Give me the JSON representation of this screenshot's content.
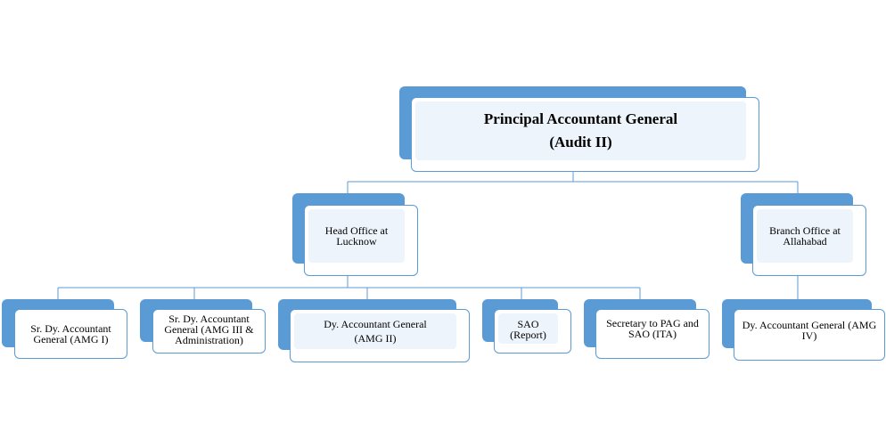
{
  "colors": {
    "accent": "#5b9bd5",
    "panel": "#eef4fb",
    "border": "#5b9bd5",
    "line": "#5b9bd5"
  },
  "root": {
    "line1": "Principal Accountant General",
    "line2": "(Audit  II)"
  },
  "head_office": {
    "line1": "Head Office at",
    "line2": "Lucknow"
  },
  "branch_office": {
    "line1": "Branch Office at",
    "line2": "Allahabad"
  },
  "head_children": [
    {
      "line1": "Sr. Dy. Accountant",
      "line2": "General (AMG I)"
    },
    {
      "line1": "Sr. Dy. Accountant",
      "line2": "General (AMG III &",
      "line3": "Administration)"
    },
    {
      "line1": "Dy. Accountant General",
      "line2": "(AMG II)"
    },
    {
      "line1": "SAO (Report)"
    },
    {
      "line1": "Secretary to PAG and",
      "line2": "SAO (ITA)"
    }
  ],
  "branch_children": [
    {
      "line1": "Dy. Accountant General (AMG",
      "line2": "IV)"
    }
  ]
}
